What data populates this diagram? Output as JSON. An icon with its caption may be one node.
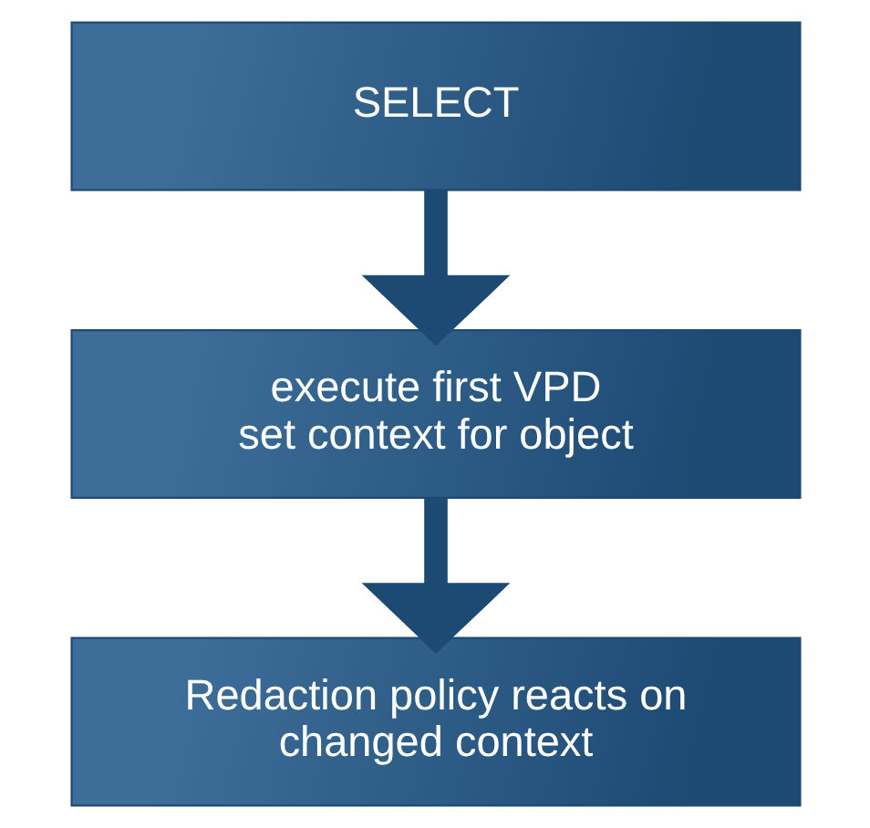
{
  "diagram": {
    "nodes": [
      {
        "text": [
          "SELECT"
        ]
      },
      {
        "text": [
          "execute first VPD",
          "set context for object"
        ]
      },
      {
        "text": [
          "Redaction policy reacts on changed context"
        ]
      }
    ],
    "edges": [
      {
        "from": 0,
        "to": 1,
        "arrow": "to"
      },
      {
        "from": 1,
        "to": 2,
        "arrow": "to"
      }
    ]
  }
}
